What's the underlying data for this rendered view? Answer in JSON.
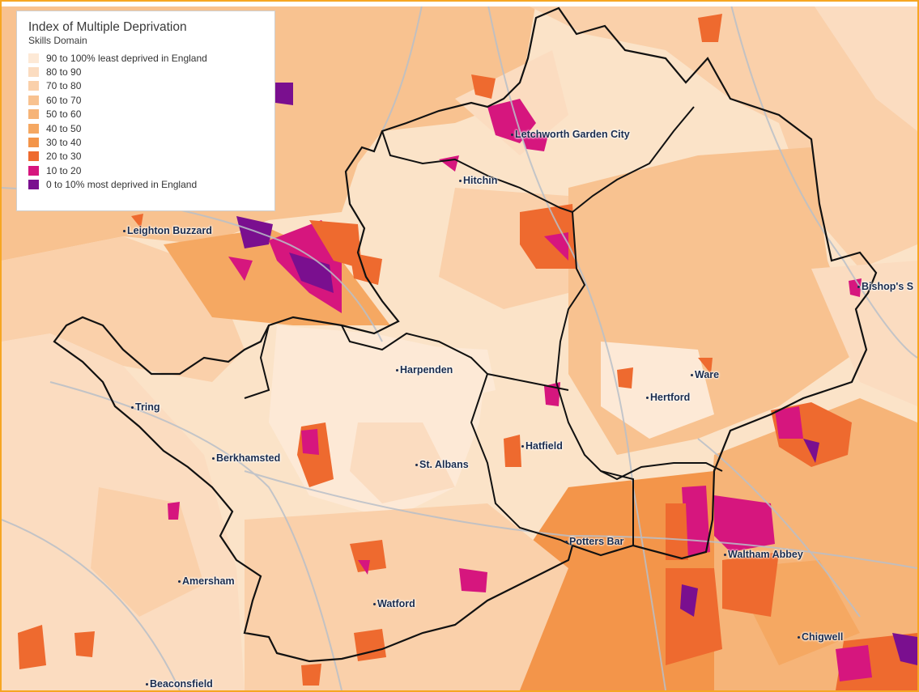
{
  "legend": {
    "title": "Index of Multiple Deprivation",
    "subtitle": "Skills Domain",
    "items": [
      {
        "label": "90 to 100% least deprived in England",
        "color": "#fde9d6"
      },
      {
        "label": "80 to 90",
        "color": "#fbdcc0"
      },
      {
        "label": "70 to 80",
        "color": "#fad0aa"
      },
      {
        "label": "60 to 70",
        "color": "#f8c290"
      },
      {
        "label": "50 to 60",
        "color": "#f6b478"
      },
      {
        "label": "40 to 50",
        "color": "#f5a862"
      },
      {
        "label": "30 to 40",
        "color": "#f3954a"
      },
      {
        "label": "20 to 30",
        "color": "#ee6a2f"
      },
      {
        "label": "10 to 20",
        "color": "#d6167e"
      },
      {
        "label": "0 to 10% most deprived in England",
        "color": "#7a0f8f"
      }
    ]
  },
  "places": [
    {
      "id": "letchworth",
      "label": "Letchworth Garden City"
    },
    {
      "id": "hitchin",
      "label": "Hitchin"
    },
    {
      "id": "leighton",
      "label": "Leighton Buzzard"
    },
    {
      "id": "bishops",
      "label": "Bishop's S"
    },
    {
      "id": "harpenden",
      "label": "Harpenden"
    },
    {
      "id": "ware",
      "label": "Ware"
    },
    {
      "id": "hertford",
      "label": "Hertford"
    },
    {
      "id": "tring",
      "label": "Tring"
    },
    {
      "id": "hatfield",
      "label": "Hatfield"
    },
    {
      "id": "berkhamsted",
      "label": "Berkhamsted"
    },
    {
      "id": "stalbans",
      "label": "St. Albans"
    },
    {
      "id": "pottersbar",
      "label": "Potters Bar"
    },
    {
      "id": "waltham",
      "label": "Waltham Abbey"
    },
    {
      "id": "amersham",
      "label": "Amersham"
    },
    {
      "id": "watford",
      "label": "Watford"
    },
    {
      "id": "chigwell",
      "label": "Chigwell"
    },
    {
      "id": "beaconsfield",
      "label": "Beaconsfield"
    }
  ]
}
